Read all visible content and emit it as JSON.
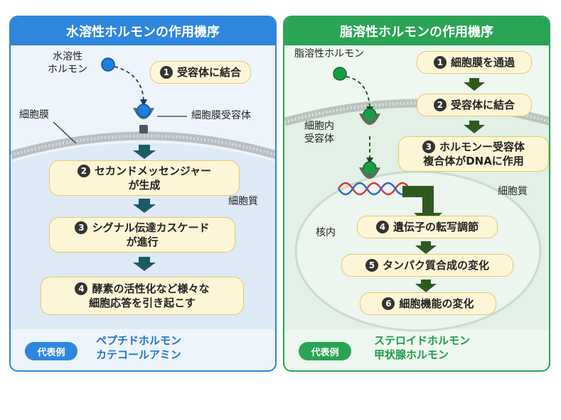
{
  "left": {
    "title": "水溶性ホルモンの作用機序",
    "hormone_label_1": "水溶性",
    "hormone_label_2": "ホルモン",
    "membrane_label": "細胞膜",
    "receptor_label": "細胞膜受容体",
    "cytoplasm_label": "細胞質",
    "steps": [
      {
        "num": "1",
        "line1": "受容体に結合",
        "line2": ""
      },
      {
        "num": "2",
        "line1": "セカンドメッセンジャー",
        "line2": "が生成"
      },
      {
        "num": "3",
        "line1": "シグナル伝達カスケード",
        "line2": "が進行"
      },
      {
        "num": "4",
        "line1": "酵素の活性化など様々な",
        "line2": "細胞応答を引き起こす"
      }
    ],
    "example_badge": "代表例",
    "examples": [
      "ペプチドホルモン",
      "カテコールアミン"
    ]
  },
  "right": {
    "title": "脂溶性ホルモンの作用機序",
    "hormone_label": "脂溶性ホルモン",
    "receptor_label_1": "細胞内",
    "receptor_label_2": "受容体",
    "cytoplasm_label": "細胞質",
    "nucleus_label": "核内",
    "steps": [
      {
        "num": "1",
        "line1": "細胞膜を通過",
        "line2": ""
      },
      {
        "num": "2",
        "line1": "受容体に結合",
        "line2": ""
      },
      {
        "num": "3",
        "line1": "ホルモンー受容体",
        "line2": "複合体がDNAに作用"
      },
      {
        "num": "4",
        "line1": "遺伝子の転写調節",
        "line2": ""
      },
      {
        "num": "5",
        "line1": "タンパク質合成の変化",
        "line2": ""
      },
      {
        "num": "6",
        "line1": "細胞機能の変化",
        "line2": ""
      }
    ],
    "example_badge": "代表例",
    "examples": [
      "ステロイドホルモン",
      "甲状腺ホルモン"
    ]
  },
  "colors": {
    "water_accent": "#2f86dd",
    "lipid_accent": "#2aa454",
    "step_fill": "#fdf6d6",
    "arrow_dark_teal": "#1d5a66",
    "arrow_dark_green": "#2f5a1e"
  }
}
